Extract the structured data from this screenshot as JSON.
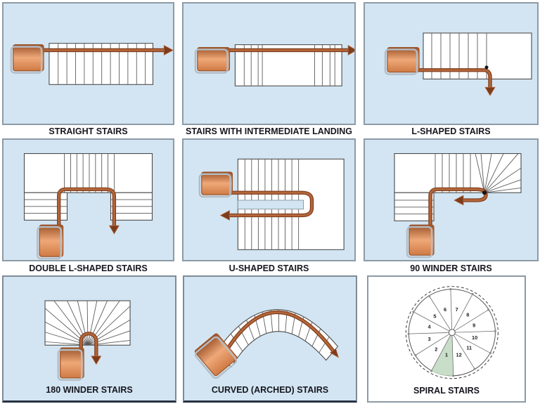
{
  "colors": {
    "panel_bg": "#d3e5f2",
    "panel_border": "#8d9aa6",
    "stair_line": "#5a5a5a",
    "stair_outline": "#4a4a4a",
    "arrow": "#b4663a",
    "arrow_dark": "#7d3c1c",
    "platform_dark": "#9a5228",
    "platform_light": "#efa878",
    "platform_mid": "#cf7a44",
    "label_color": "#16161e",
    "winder_green": "#c6dcc6"
  },
  "panels": [
    {
      "label": "STRAIGHT STAIRS"
    },
    {
      "label": "STAIRS WITH INTERMEDIATE LANDING"
    },
    {
      "label": "L-SHAPED STAIRS"
    },
    {
      "label": "DOUBLE L-SHAPED STAIRS"
    },
    {
      "label": "U-SHAPED STAIRS"
    },
    {
      "label": "90 WINDER STAIRS"
    },
    {
      "label": "180 WINDER STAIRS"
    },
    {
      "label": "CURVED (ARCHED) STAIRS"
    },
    {
      "label": "SPIRAL STAIRS",
      "step_numbers": [
        "1",
        "2",
        "3",
        "4",
        "5",
        "6",
        "7",
        "8",
        "9",
        "10",
        "11",
        "12"
      ]
    }
  ]
}
